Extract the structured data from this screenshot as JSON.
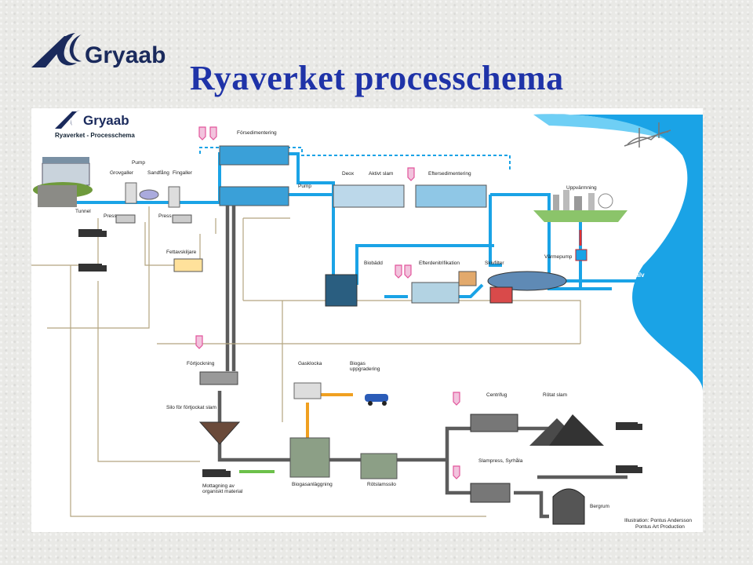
{
  "slide": {
    "logo_text": "Gryaab",
    "title": "Ryaverket processchema"
  },
  "diagram": {
    "logo_text": "Gryaab",
    "subtitle": "Ryaverket - Processchema",
    "labels": {
      "forsedimentering": "Försedimentering",
      "pump_top": "Pump",
      "grovgaller": "Grovgaller",
      "sandfang": "Sandfång",
      "fingaller": "Fingaller",
      "tunnel": "Tunnel",
      "press1": "Press",
      "press2": "Press",
      "pump_mid": "Pump",
      "deox": "Deox",
      "aktivt_slam": "Aktivt slam",
      "eftersedimentering": "Eftersedimentering",
      "uppvarmning": "Uppvärmning",
      "fettavskiljare": "Fettavskiljare",
      "biobadd": "Biobädd",
      "efterdenitrifikation": "Efterdenitrifikation",
      "skivfilter": "Skivfilter",
      "varmepump": "Värmepump",
      "gota_alv": "Göta älv",
      "fortjockning": "Förtjockning",
      "silo": "Silo för förtjockat slam",
      "gasklocka": "Gasklocka",
      "biogas_uppgradering": "Biogas uppgradering",
      "centrifug": "Centrifug",
      "rotat_slam": "Rötat slam",
      "slampress": "Slampress, Syrhåla",
      "mottagning": "Mottagning av organiskt material",
      "biogasanlaggning": "Biogasanläggning",
      "rotslamssilo": "Rötslamssilo",
      "bergrum": "Bergrum",
      "credit1": "Illustration: Pontus Andersson",
      "credit2": "Pontus Art Production"
    }
  },
  "colors": {
    "title": "#1f33a8",
    "water": "#1aa3e6",
    "sludge": "#5c5c5c",
    "return": "#b3a580",
    "gas": "#f0a020",
    "organic": "#6cc04a",
    "chemical": "#e2559b",
    "river": "#1aa3e6"
  }
}
